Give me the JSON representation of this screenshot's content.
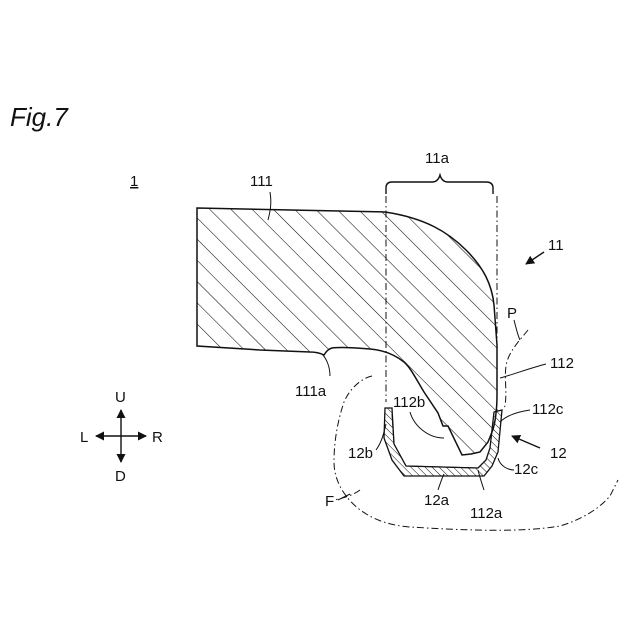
{
  "figure": {
    "title": "Fig.7",
    "ref_main": "1",
    "labels": {
      "l_11a_top": "11a",
      "l_111": "111",
      "l_11": "11",
      "l_P": "P",
      "l_112": "112",
      "l_111a": "111a",
      "l_112b": "112b",
      "l_112c": "112c",
      "l_12": "12",
      "l_12b": "12b",
      "l_12c": "12c",
      "l_F": "F",
      "l_12a": "12a",
      "l_112a": "112a"
    },
    "directions": {
      "up": "U",
      "down": "D",
      "left": "L",
      "right": "R"
    }
  }
}
